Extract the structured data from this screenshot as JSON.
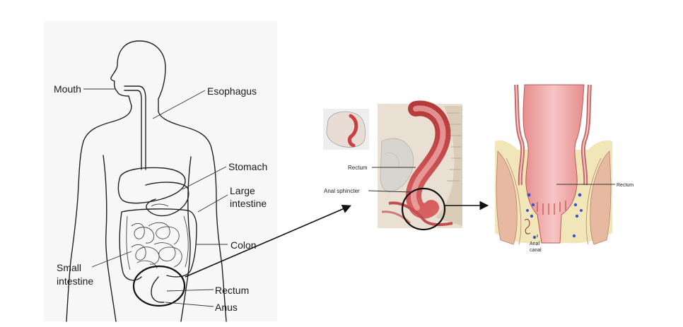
{
  "panel1": {
    "labels": {
      "mouth": "Mouth",
      "esophagus": "Esophagus",
      "stomach": "Stomach",
      "large_intestine_1": "Large",
      "large_intestine_2": "intestine",
      "colon": "Colon",
      "small_intestine_1": "Small",
      "small_intestine_2": "intestine",
      "rectum": "Rectum",
      "anus": "Anus"
    }
  },
  "panel2": {
    "labels": {
      "rectum": "Rectum",
      "anal_sphincter": "Anal sphincter"
    }
  },
  "panel3": {
    "labels": {
      "rectum": "Rectum",
      "anal_canal_1": "Anal",
      "anal_canal_2": "canal"
    }
  },
  "colors": {
    "tissue_pink": "#f2a9a9",
    "tissue_red": "#c84a4a",
    "muscle_tan": "#e9c2a6",
    "fat_yellow": "#f1e6b8",
    "vein_blue": "#3a55c8"
  }
}
